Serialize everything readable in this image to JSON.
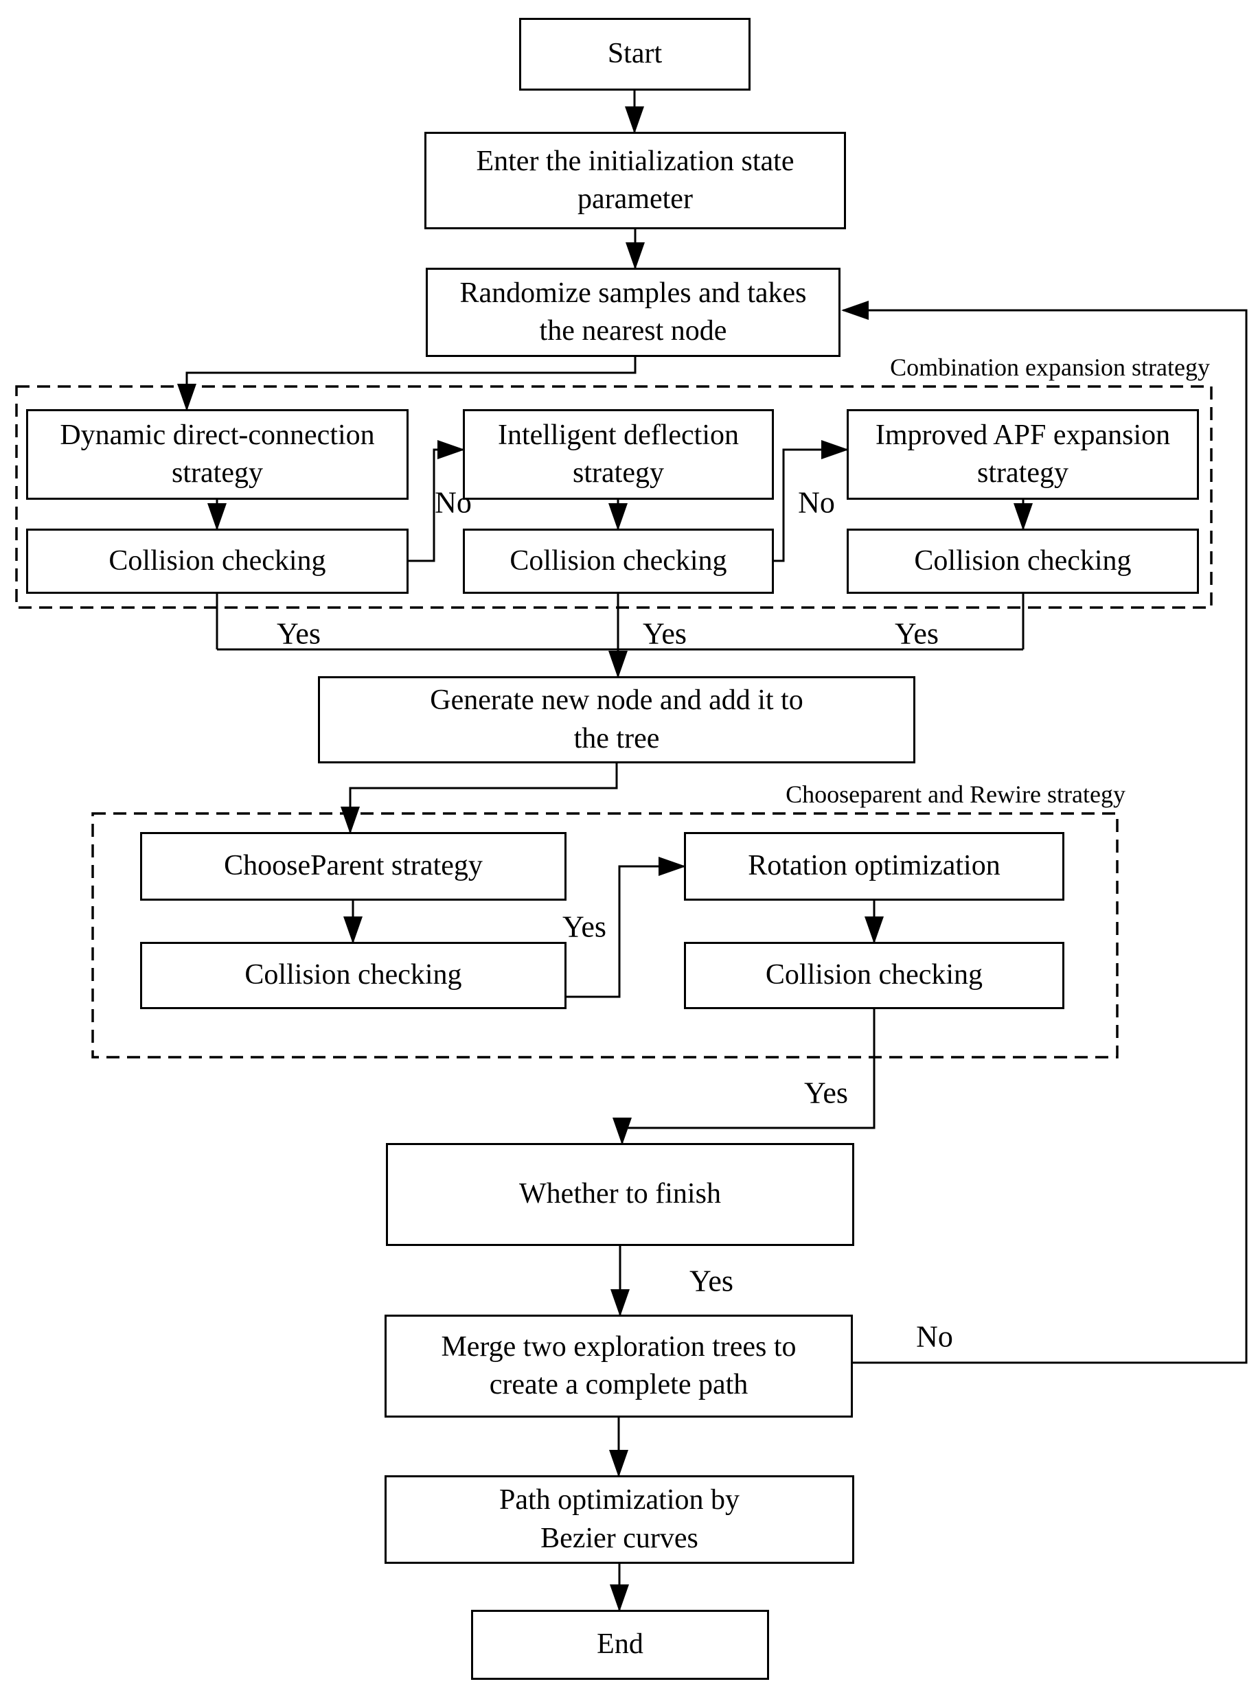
{
  "nodes": {
    "start": {
      "label": "Start"
    },
    "init_params": {
      "label": "Enter the initialization state\nparameter"
    },
    "randomize": {
      "label": "Randomize samples and takes\nthe nearest node"
    },
    "dynamic_direct": {
      "label": "Dynamic direct-connection\nstrategy"
    },
    "collision_check_1": {
      "label": "Collision checking"
    },
    "intelligent_deflection": {
      "label": "Intelligent deflection\nstrategy"
    },
    "collision_check_2": {
      "label": "Collision checking"
    },
    "improved_apf": {
      "label": "Improved APF expansion\nstrategy"
    },
    "collision_check_3": {
      "label": "Collision checking"
    },
    "generate_node": {
      "label": "Generate new node and add it to\nthe tree"
    },
    "choose_parent": {
      "label": "ChooseParent strategy"
    },
    "rotation_opt": {
      "label": "Rotation optimization"
    },
    "collision_check_parent": {
      "label": "Collision checking"
    },
    "collision_check_rotation": {
      "label": "Collision checking"
    },
    "whether_finish": {
      "label": "Whether to finish"
    },
    "merge_trees": {
      "label": "Merge two exploration trees to\ncreate a complete path"
    },
    "path_optimization": {
      "label": "Path optimization by\nBezier curves"
    },
    "end": {
      "label": "End"
    }
  },
  "groups": {
    "combination_expansion": {
      "label": "Combination expansion strategy"
    },
    "chooseparent_rewire": {
      "label": "Chooseparent and Rewire strategy"
    }
  },
  "edge_labels": {
    "no_after_cc1": "No",
    "no_after_cc2": "No",
    "yes_cc1": "Yes",
    "yes_cc2": "Yes",
    "yes_cc3": "Yes",
    "yes_chooseparent": "Yes",
    "yes_rotation": "Yes",
    "yes_finish": "Yes",
    "no_finish_loop": "No"
  },
  "colors": {
    "line": "#000000",
    "background": "#ffffff"
  }
}
